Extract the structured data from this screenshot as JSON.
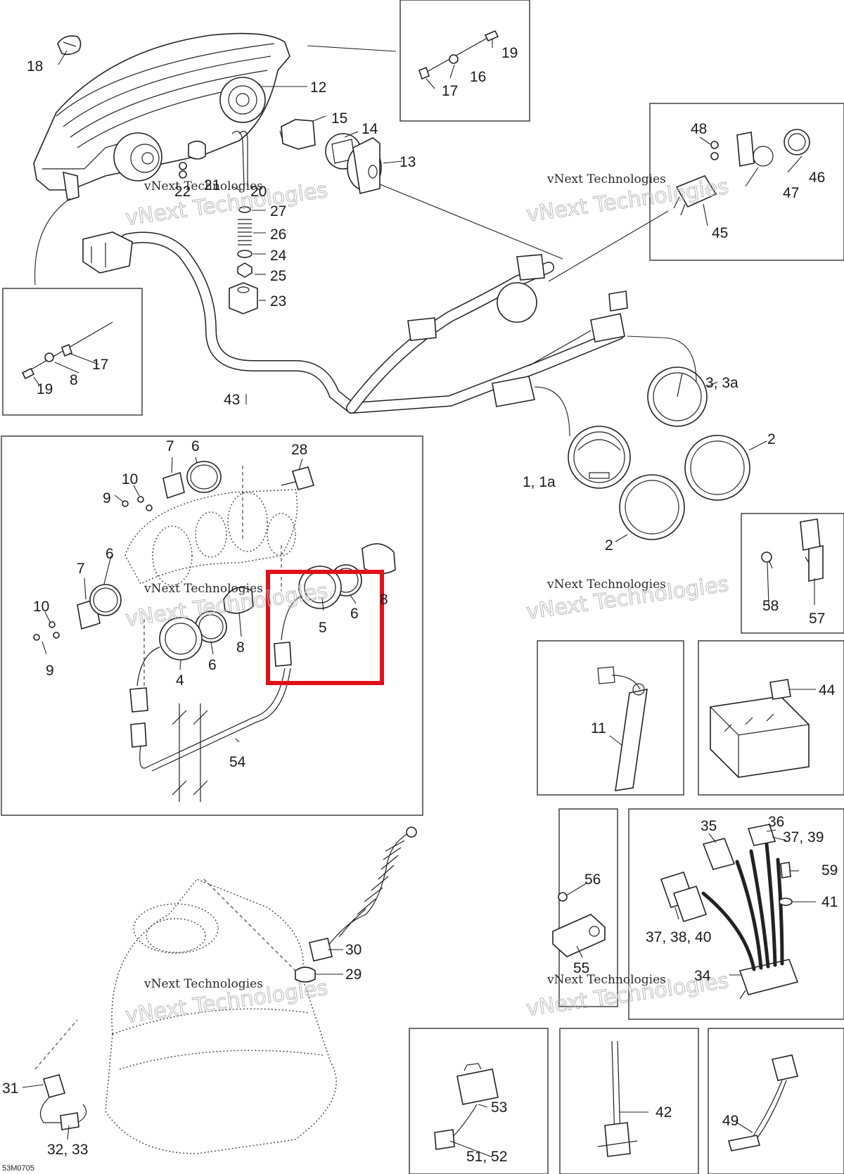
{
  "diagram_code": "53M0705",
  "watermark": {
    "text": "vNext Technologies"
  },
  "highlight": {
    "color": "#e0101a",
    "target_label": "5"
  },
  "labels": {
    "l1": "1, 1a",
    "l2a": "2",
    "l2b": "2",
    "l3": "3, 3a",
    "l4": "4",
    "l5": "5",
    "l6a": "6",
    "l6b": "6",
    "l6c": "6",
    "l6d": "6",
    "l7a": "7",
    "l7b": "7",
    "l8a": "8",
    "l8b": "8",
    "l9a": "9",
    "l9b": "9",
    "l10a": "10",
    "l10b": "10",
    "l11": "11",
    "l12": "12",
    "l13": "13",
    "l14": "14",
    "l15": "15",
    "l16": "16",
    "l17a": "17",
    "l17b": "17",
    "l18": "18",
    "l19a": "19",
    "l19b": "19",
    "l8c": "8",
    "l20": "20",
    "l21": "21",
    "l22": "22",
    "l23": "23",
    "l24": "24",
    "l25": "25",
    "l26": "26",
    "l27": "27",
    "l28": "28",
    "l29": "29",
    "l30": "30",
    "l31": "31",
    "l32": "32, 33",
    "l34": "34",
    "l35": "35",
    "l36": "36",
    "l37a": "37, 39",
    "l37b": "37, 38, 40",
    "l41": "41",
    "l42": "42",
    "l43": "43",
    "l44": "44",
    "l45": "45",
    "l46": "46",
    "l47": "47",
    "l48": "48",
    "l49": "49",
    "l51": "51, 52",
    "l53": "53",
    "l54": "54",
    "l55": "55",
    "l56": "56",
    "l57": "57",
    "l58": "58",
    "l59": "59"
  }
}
